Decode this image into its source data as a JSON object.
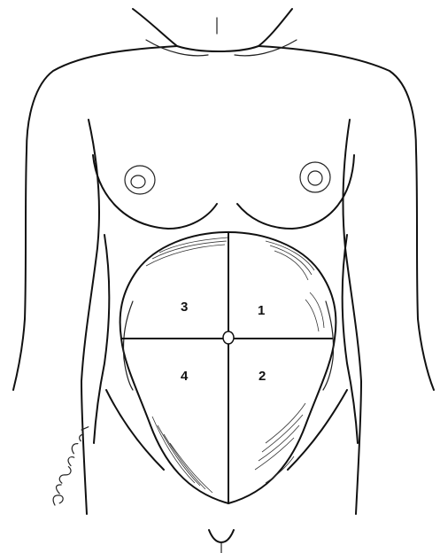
{
  "diagram": {
    "quadrant_labels": [
      "1",
      "2",
      "3",
      "4"
    ],
    "signature_present": true
  }
}
